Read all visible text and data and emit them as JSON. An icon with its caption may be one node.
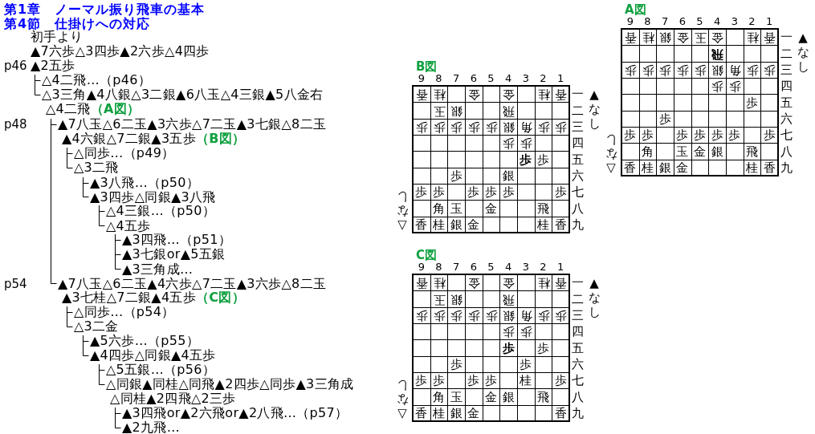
{
  "diagram": {
    "title": "第1章　ノーマル振り飛車の基本",
    "labels": [
      "第4節　仕掛けへの対応",
      "初手より",
      "▲7六歩△3四歩▲2六歩△4四歩",
      "p46",
      "▲2五歩",
      "△4二飛…（p46）",
      "△3三角▲4八銀△3二銀▲6八玉△4三銀▲5八金右",
      "△4二飛**（A図）**",
      "p48",
      "▲7八玉△6二玉▲3六歩△7二玉▲3七銀△8二玉",
      "▲4六銀△7二銀▲3五歩**（B図）**",
      "△同歩…（p49）",
      "△3二飛",
      "▲3八飛…（p50）",
      "▲3四歩△同銀▲3八飛",
      "△4三銀…（p50）",
      "△4五歩",
      "▲3四飛…（p51）",
      "▲3七銀or▲5五銀",
      "▲3三角成…",
      "p54",
      "▲7八玉△6二玉▲4六歩△7二玉▲3六歩△8二玉",
      "▲3七桂△7二銀▲4五歩**（C図）**",
      "△同歩…（p54）",
      "△3二金",
      "▲5六歩…（p55）",
      "▲4四歩△同銀▲4五歩",
      "△5五銀…（p56）",
      "△同銀▲同桂△同飛▲2四歩△同歩▲3三角成",
      "△同桂▲2四飛△2三歩",
      "▲3四飛or▲2六飛or▲2八飛…（p57）",
      "▲2九飛…",
      "A図",
      "9",
      "8",
      "7",
      "6",
      "5",
      "4",
      "3",
      "2",
      "1",
      "▲なし",
      "香",
      "桂",
      "銀",
      "金",
      "玉",
      "金",
      "桂",
      "香",
      "一",
      "飛",
      "二",
      "歩",
      "歩",
      "歩",
      "歩",
      "歩",
      "銀",
      "角",
      "歩",
      "歩",
      "三",
      "歩",
      "歩",
      "四",
      "歩",
      "五",
      "歩",
      "六",
      "歩",
      "歩",
      "歩",
      "歩",
      "歩",
      "歩",
      "歩",
      "七",
      "角",
      "玉",
      "金",
      "銀",
      "飛",
      "八",
      "香",
      "桂",
      "銀",
      "金",
      "桂",
      "香",
      "九",
      "△なし",
      "B図",
      "9",
      "8",
      "7",
      "6",
      "5",
      "4",
      "3",
      "2",
      "1",
      "▲なし",
      "香",
      "桂",
      "金",
      "金",
      "桂",
      "香",
      "一",
      "玉",
      "銀",
      "飛",
      "二",
      "歩",
      "歩",
      "歩",
      "歩",
      "歩",
      "銀",
      "角",
      "歩",
      "歩",
      "三",
      "歩",
      "歩",
      "四",
      "歩",
      "歩",
      "五",
      "歩",
      "銀",
      "六",
      "歩",
      "歩",
      "歩",
      "歩",
      "歩",
      "歩",
      "七",
      "角",
      "玉",
      "金",
      "飛",
      "八",
      "香",
      "桂",
      "銀",
      "金",
      "桂",
      "香",
      "九",
      "△なし",
      "C図",
      "9",
      "8",
      "7",
      "6",
      "5",
      "4",
      "3",
      "2",
      "1",
      "▲なし",
      "香",
      "桂",
      "金",
      "金",
      "桂",
      "香",
      "一",
      "玉",
      "銀",
      "飛",
      "二",
      "歩",
      "歩",
      "歩",
      "歩",
      "歩",
      "銀",
      "角",
      "歩",
      "歩",
      "三",
      "歩",
      "歩",
      "四",
      "歩",
      "歩",
      "五",
      "歩",
      "歩",
      "六",
      "歩",
      "歩",
      "歩",
      "歩",
      "桂",
      "歩",
      "七",
      "角",
      "玉",
      "金",
      "銀",
      "飛",
      "八",
      "香",
      "桂",
      "銀",
      "金",
      "香",
      "九",
      "△なし"
    ]
  }
}
